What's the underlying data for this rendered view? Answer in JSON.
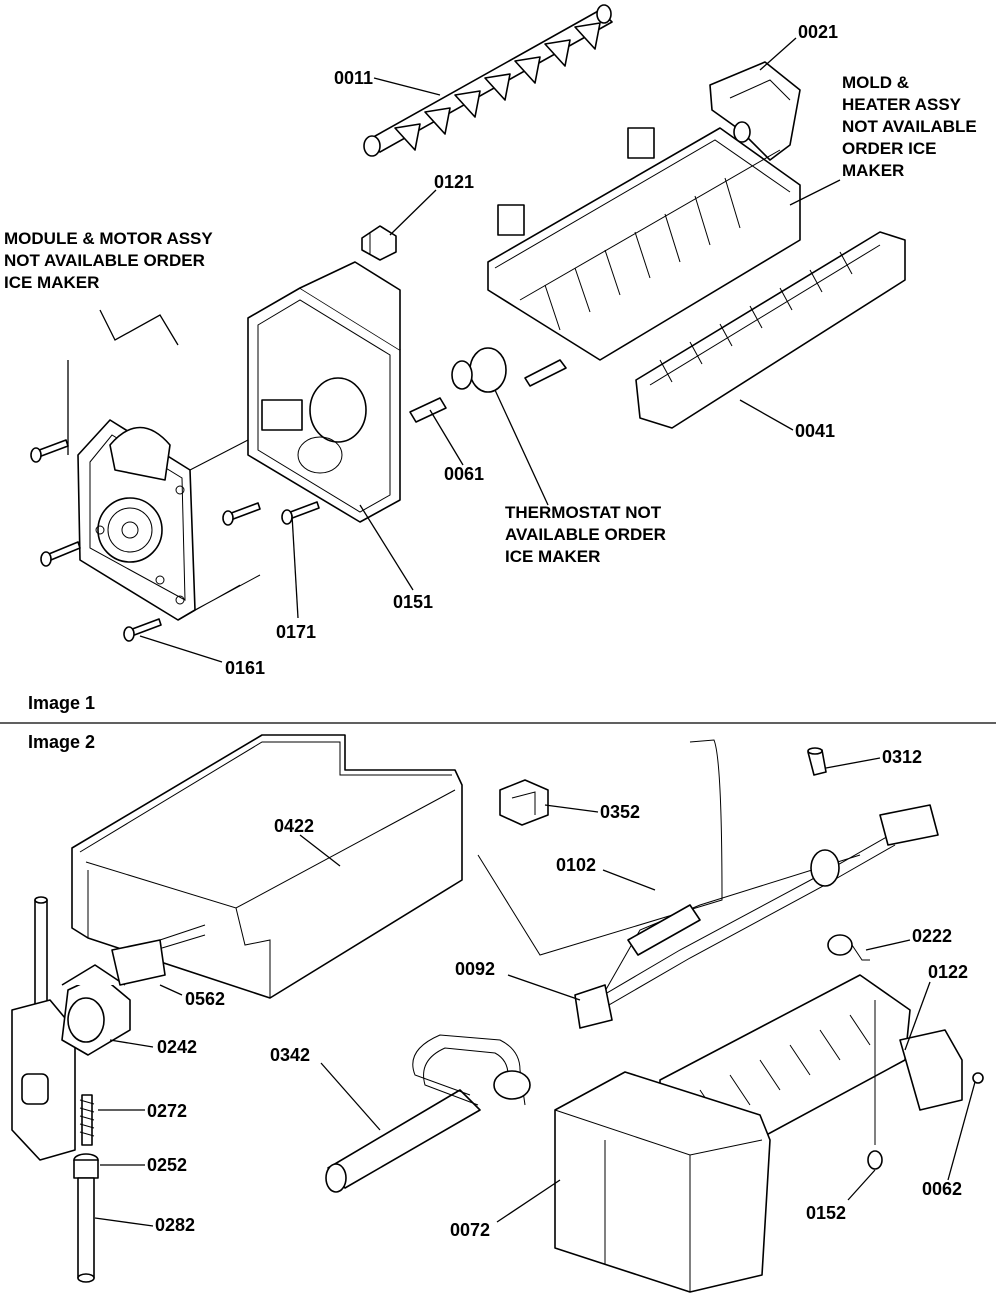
{
  "images": [
    {
      "caption": "Image 1",
      "callouts": [
        "0011",
        "0021",
        "0121",
        "0041",
        "0061",
        "0151",
        "0171",
        "0161"
      ],
      "notes": {
        "module": [
          "MODULE & MOTOR ASSY",
          "NOT AVAILABLE ORDER",
          "ICE MAKER"
        ],
        "mold": [
          "MOLD &",
          "HEATER ASSY",
          "NOT AVAILABLE",
          "ORDER ICE",
          "MAKER"
        ],
        "thermostat": [
          "THERMOSTAT NOT",
          "AVAILABLE ORDER",
          "ICE MAKER"
        ]
      }
    },
    {
      "caption": "Image 2",
      "callouts": [
        "0312",
        "0352",
        "0422",
        "0102",
        "0222",
        "0092",
        "0122",
        "0562",
        "0242",
        "0342",
        "0272",
        "0252",
        "0062",
        "0152",
        "0072",
        "0282"
      ]
    }
  ]
}
